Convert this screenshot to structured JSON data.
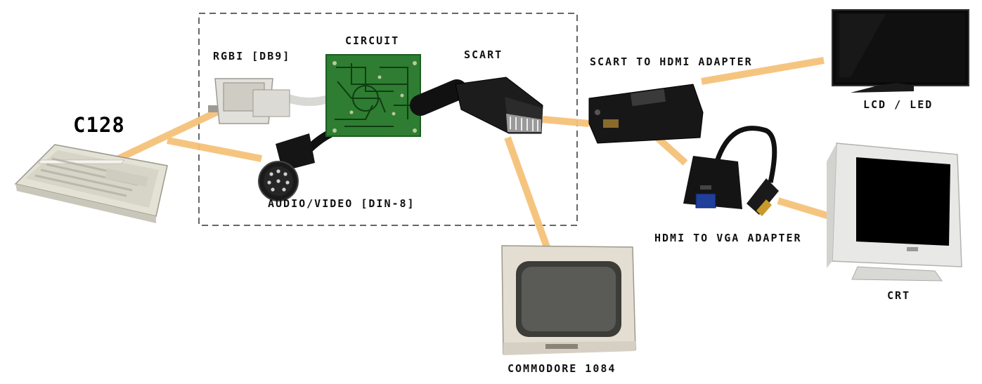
{
  "colors": {
    "connection": "#f5c27a",
    "boundary": "#666666",
    "pcb": "#2e7d32",
    "cable": "#111111"
  },
  "labels": {
    "c128": "C128",
    "rgbi": "RGBI [DB9]",
    "circuit": "CIRCUIT",
    "scart": "SCART",
    "scart_to_hdmi": "SCART TO HDMI ADAPTER",
    "lcd_led": "LCD / LED",
    "audio_video": "AUDIO/VIDEO [DIN-8]",
    "hdmi_to_vga": "HDMI TO VGA ADAPTER",
    "crt": "CRT",
    "commodore_1084": "COMMODORE 1084"
  },
  "devices": [
    {
      "id": "c128",
      "icon": "computer-keyboard-icon"
    },
    {
      "id": "db9",
      "icon": "db9-connector-icon"
    },
    {
      "id": "circuit",
      "icon": "circuit-board-icon"
    },
    {
      "id": "din8",
      "icon": "din8-connector-icon"
    },
    {
      "id": "scart",
      "icon": "scart-plug-icon"
    },
    {
      "id": "scart_hdmi",
      "icon": "scart-hdmi-adapter-icon"
    },
    {
      "id": "lcd",
      "icon": "lcd-monitor-icon"
    },
    {
      "id": "hdmi_vga",
      "icon": "hdmi-vga-adapter-icon"
    },
    {
      "id": "crt",
      "icon": "crt-monitor-icon"
    },
    {
      "id": "c1084",
      "icon": "commodore-1084-monitor-icon"
    }
  ],
  "connections": [
    {
      "from": "c128",
      "to": "db9"
    },
    {
      "from": "c128",
      "to": "din8"
    },
    {
      "from": "scart",
      "to": "scart_hdmi"
    },
    {
      "from": "scart",
      "to": "c1084"
    },
    {
      "from": "scart_hdmi",
      "to": "lcd"
    },
    {
      "from": "scart_hdmi",
      "to": "hdmi_vga"
    },
    {
      "from": "hdmi_vga",
      "to": "crt"
    }
  ]
}
